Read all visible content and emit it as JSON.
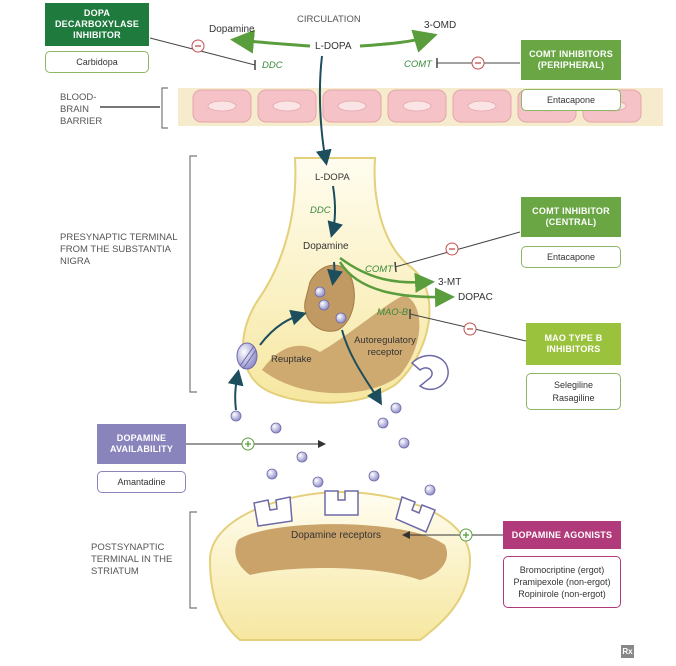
{
  "circulation": "CIRCULATION",
  "ldopa_top": "L-DOPA",
  "dopamine_top": "Dopamine",
  "omd": "3-OMD",
  "ddc_top": "DDC",
  "comt_top": "COMT",
  "ddc_inhib": {
    "title": "DOPA DECARBOXYLASE INHIBITOR",
    "drug": "Carbidopa",
    "color": "#1f7a3e"
  },
  "comt_periph": {
    "title": "COMT INHIBITORS (peripheral)",
    "drug": "Entacapone",
    "color": "#6aa744"
  },
  "comt_central": {
    "title": "COMT INHIBITOR (central)",
    "drug": "Entacapone",
    "color": "#6aa744"
  },
  "mao": {
    "title": "MAO TYPE B INHIBITORS",
    "drugs": [
      "Selegiline",
      "Rasagiline"
    ],
    "color": "#9bc23c"
  },
  "availability": {
    "title": "DOPAMINE AVAILABILITY",
    "drug": "Amantadine",
    "color": "#8a84bd"
  },
  "agonists": {
    "title": "DOPAMINE AGONISTS",
    "drugs": [
      "Bromocriptine (ergot)",
      "Pramipexole (non-ergot)",
      "Ropinirole (non-ergot)"
    ],
    "color": "#b03a7a"
  },
  "bbb": "BLOOD-BRAIN BARRIER",
  "presyn": "PRESYNAPTIC TERMINAL FROM THE SUBSTANTIA NIGRA",
  "postsyn": "POSTSYNAPTIC TERMINAL IN THE STRIATUM",
  "ldopa_mid": "L-DOPA",
  "ddc_mid": "DDC",
  "dopamine_mid": "Dopamine",
  "comt_mid": "COMT",
  "mt3": "3-MT",
  "dopac": "DOPAC",
  "maob": "MAO-B",
  "reuptake": "Reuptake",
  "autoreg": "Autoregulatory receptor",
  "receptors": "Dopamine receptors",
  "logo": "Rx"
}
